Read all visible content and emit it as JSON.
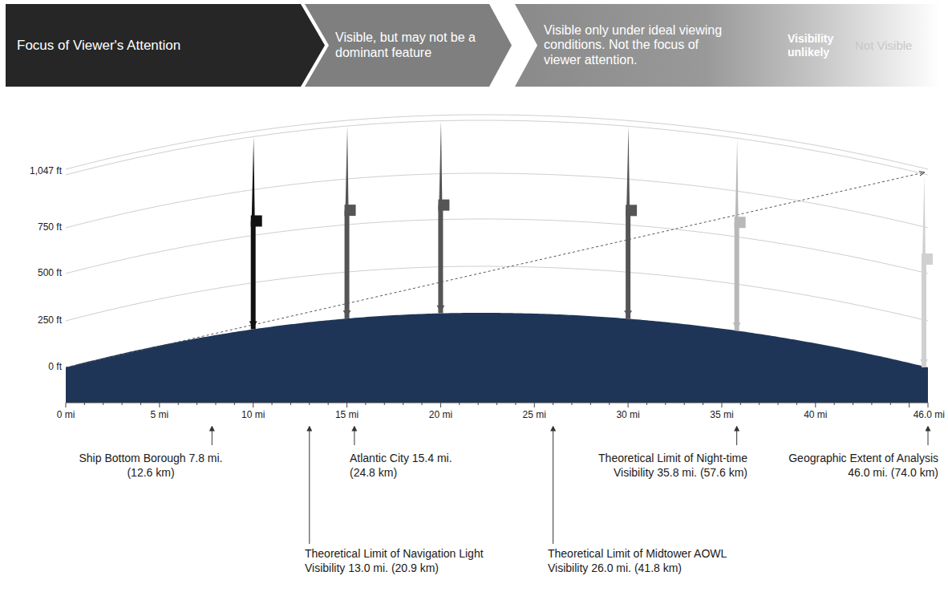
{
  "diagram": {
    "nodes": [
      {
        "text": [
          "Focus of Viewer's Attention"
        ]
      },
      {
        "text": [
          "Visible, but may not be a dominant feature"
        ]
      },
      {
        "text": [
          "Visible only under ideal viewing conditions. Not the focus of viewer attention.",
          "Visibility unlikely",
          "Not Visible"
        ]
      }
    ],
    "labels": [
      "1,047 ft",
      "750 ft",
      "500 ft",
      "250 ft",
      "0 ft",
      "0 mi",
      "5 mi",
      "10 mi",
      "15 mi",
      "20 mi",
      "25 mi",
      "30 mi",
      "35 mi",
      "40 mi",
      "46.0 mi",
      "Ship Bottom Borough 7.8 mi. (12.6 km)",
      "Atlantic City 15.4 mi. (24.8 km)",
      "Theoretical Limit of Night-time Visibility 35.8 mi. (57.6 km)",
      "Geographic Extent of Analysis 46.0 mi. (74.0 km)",
      "Theoretical Limit of Navigation Light Visibility 13.0 mi. (20.9 km)",
      "Theoretical Limit of Midtower AOWL Visibility 26.0 mi. (41.8 km)"
    ]
  }
}
